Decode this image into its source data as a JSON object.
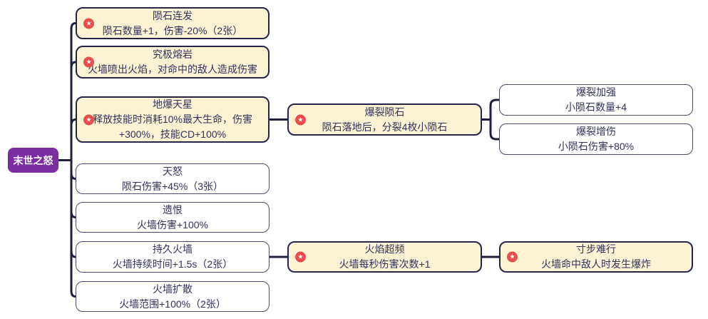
{
  "diagram": {
    "type": "mindmap-skill-tree",
    "icons": {
      "star_glyph": "★"
    },
    "colors": {
      "canvas_bg": "#ffffff",
      "root_fill": "#7b2da4",
      "root_text": "#ffffff",
      "node_fill_highlight": "#fbf3d3",
      "node_fill_default": "#ffffff",
      "node_border_highlight": "#26264c",
      "node_border_default": "#4d4d73",
      "node_text": "#32325e",
      "connector": "#1e1e40",
      "star_red": "#eb4d4d"
    },
    "root": {
      "label": "末世之怒",
      "children": [
        {
          "title": "陨石连发",
          "desc": "陨石数量+1，伤害-20%（2张）",
          "starred": true,
          "children": []
        },
        {
          "title": "究极熔岩",
          "desc": "火墙喷出火焰，对命中的敌人造成伤害",
          "starred": true,
          "children": []
        },
        {
          "title": "地爆天星",
          "desc": "释放技能时消耗10%最大生命，伤害+300%，技能CD+100%",
          "starred": true,
          "children": [
            {
              "title": "爆裂陨石",
              "desc": "陨石落地后，分裂4枚小陨石",
              "starred": true,
              "children": [
                {
                  "title": "爆裂加强",
                  "desc": "小陨石数量+4",
                  "starred": false,
                  "children": []
                },
                {
                  "title": "爆裂增伤",
                  "desc": "小陨石伤害+80%",
                  "starred": false,
                  "children": []
                }
              ]
            }
          ]
        },
        {
          "title": "天怒",
          "desc": "陨石伤害+45%（3张）",
          "starred": false,
          "children": []
        },
        {
          "title": "遗恨",
          "desc": "火墙伤害+100%",
          "starred": false,
          "children": []
        },
        {
          "title": "持久火墙",
          "desc": "火墙持续时间+1.5s（2张）",
          "starred": false,
          "children": [
            {
              "title": "火焰超频",
              "desc": "火墙每秒伤害次数+1",
              "starred": true,
              "children": [
                {
                  "title": "寸步难行",
                  "desc": "火墙命中敌人时发生爆炸",
                  "starred": true,
                  "children": []
                }
              ]
            }
          ]
        },
        {
          "title": "火墙扩散",
          "desc": "火墙范围+100%（2张）",
          "starred": false,
          "children": []
        }
      ]
    }
  }
}
